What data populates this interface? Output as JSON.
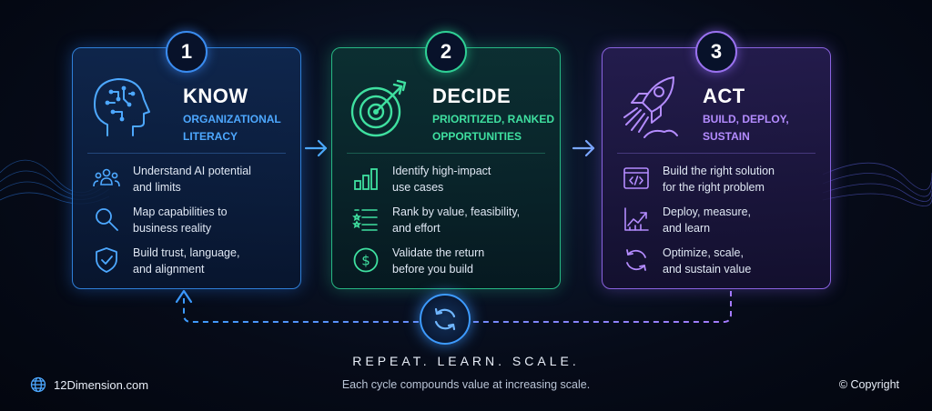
{
  "colors": {
    "know": "#3a8cf0",
    "decide": "#2fd095",
    "act": "#9a72f0",
    "background": "#060b18"
  },
  "cards": {
    "know": {
      "number": "1",
      "title": "KNOW",
      "subtitle_line1": "ORGANIZATIONAL",
      "subtitle_line2": "LITERACY",
      "header_icon": "ai-head-icon",
      "items": [
        {
          "icon": "people-icon",
          "line1": "Understand AI potential",
          "line2": "and limits"
        },
        {
          "icon": "magnifier-icon",
          "line1": "Map capabilities to",
          "line2": "business reality"
        },
        {
          "icon": "shield-check-icon",
          "line1": "Build trust, language,",
          "line2": "and alignment"
        }
      ]
    },
    "decide": {
      "number": "2",
      "title": "DECIDE",
      "subtitle_line1": "PRIORITIZED, RANKED",
      "subtitle_line2": "OPPORTUNITIES",
      "header_icon": "target-icon",
      "items": [
        {
          "icon": "bar-chart-icon",
          "line1": "Identify high-impact",
          "line2": "use cases"
        },
        {
          "icon": "ranked-list-icon",
          "line1": "Rank by value, feasibility,",
          "line2": "and effort"
        },
        {
          "icon": "dollar-icon",
          "line1": "Validate the return",
          "line2": "before you build"
        }
      ]
    },
    "act": {
      "number": "3",
      "title": "ACT",
      "subtitle_line1": "BUILD, DEPLOY,",
      "subtitle_line2": "SUSTAIN",
      "header_icon": "rocket-icon",
      "items": [
        {
          "icon": "code-window-icon",
          "line1": "Build the right solution",
          "line2": "for the right problem"
        },
        {
          "icon": "growth-chart-icon",
          "line1": "Deploy, measure,",
          "line2": "and learn"
        },
        {
          "icon": "refresh-icon",
          "line1": "Optimize, scale,",
          "line2": "and sustain value"
        }
      ]
    }
  },
  "tagline": "REPEAT. LEARN. SCALE.",
  "caption": "Each cycle compounds value at increasing scale.",
  "footer": {
    "site": "12Dimension.com",
    "copyright": "© Copyright"
  }
}
